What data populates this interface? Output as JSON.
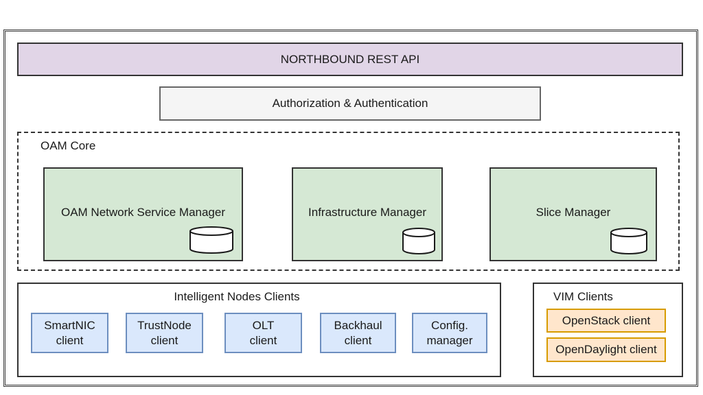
{
  "diagram": {
    "northbound_api": "NORTHBOUND REST API",
    "auth": "Authorization & Authentication",
    "oam_core": {
      "label": "OAM Core",
      "managers": [
        {
          "label": "OAM Network Service Manager",
          "icon": "database-icon"
        },
        {
          "label": "Infrastructure Manager",
          "icon": "database-icon"
        },
        {
          "label": "Slice Manager",
          "icon": "database-icon"
        }
      ]
    },
    "intelligent_nodes": {
      "label": "Intelligent Nodes Clients",
      "clients": [
        "SmartNIC\nclient",
        "TrustNode\nclient",
        "OLT\nclient",
        "Backhaul\nclient",
        "Config.\nmanager"
      ]
    },
    "vim": {
      "label": "VIM Clients",
      "clients": [
        "OpenStack client",
        "OpenDaylight client"
      ]
    },
    "colors": {
      "api_fill": "#e1d5e7",
      "auth_fill": "#f5f5f5",
      "manager_fill": "#d5e8d4",
      "client_fill": "#dae8fc",
      "client_stroke": "#6c8ebf",
      "vim_client_fill": "#ffe6cc",
      "vim_client_stroke": "#d79b00"
    }
  }
}
